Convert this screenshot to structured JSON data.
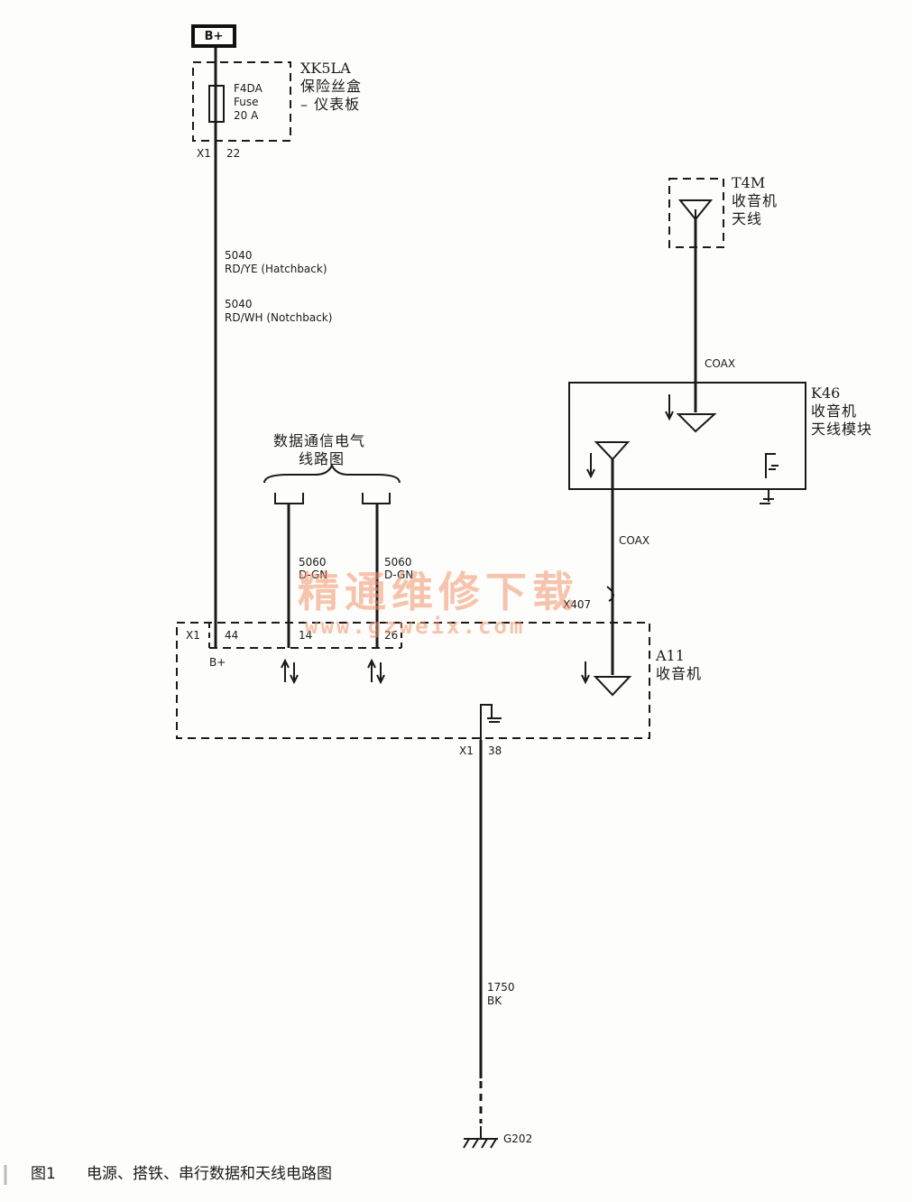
{
  "power": {
    "label": "B+"
  },
  "fuse_box": {
    "id": "XK5LA",
    "name_line1": "保险丝盒",
    "name_line2": "– 仪表板",
    "fuse_line1": "F4DA",
    "fuse_line2": "Fuse",
    "fuse_line3": "20 A",
    "conn": "X1",
    "pin": "22"
  },
  "wire_power": {
    "circuit1": "5040",
    "color1": "RD/YE (Hatchback)",
    "circuit2": "5040",
    "color2": "RD/WH (Notchback)"
  },
  "data_ref": {
    "line1": "数据通信电气",
    "line2": "线路图"
  },
  "data_wires": [
    {
      "circuit": "5060",
      "color": "D-GN",
      "pin": "14"
    },
    {
      "circuit": "5060",
      "color": "D-GN",
      "pin": "26"
    }
  ],
  "antenna": {
    "id": "T4M",
    "name_line1": "收音机",
    "name_line2": "天线"
  },
  "coax_top": "COAX",
  "coax_bottom": "COAX",
  "antenna_module": {
    "id": "K46",
    "name_line1": "收音机",
    "name_line2": "天线模块"
  },
  "connector_x": "X407",
  "radio": {
    "id": "A11",
    "name": "收音机",
    "conn": "X1",
    "pin_power": "44",
    "power_label": "B+",
    "ground_conn": "X1",
    "ground_pin": "38"
  },
  "wire_ground": {
    "circuit": "1750",
    "color": "BK"
  },
  "ground": {
    "id": "G202"
  },
  "watermark": {
    "line1": "精通维修下载",
    "line2": "www.gzweix.com"
  },
  "caption": {
    "number": "图1",
    "text": "电源、搭铁、串行数据和天线电路图"
  }
}
